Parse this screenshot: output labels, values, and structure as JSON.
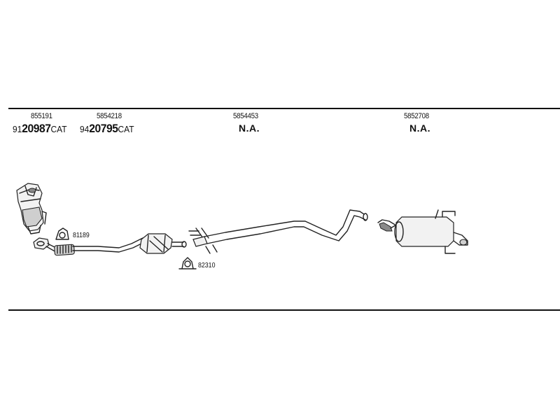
{
  "sections": [
    {
      "part_number": "855191",
      "ref_prefix": "91",
      "ref_main": "20987",
      "ref_suffix": "CAT"
    },
    {
      "part_number": "5854218",
      "ref_prefix": "94",
      "ref_main": "20795",
      "ref_suffix": "CAT"
    },
    {
      "part_number": "5854453",
      "availability": "N.A."
    },
    {
      "part_number": "5852708",
      "availability": "N.A."
    }
  ],
  "callouts": [
    {
      "number": "81189"
    },
    {
      "number": "82310"
    }
  ],
  "colors": {
    "line": "#111111",
    "part_fill": "#f2f2f2",
    "shade": "#8a8a8a"
  }
}
